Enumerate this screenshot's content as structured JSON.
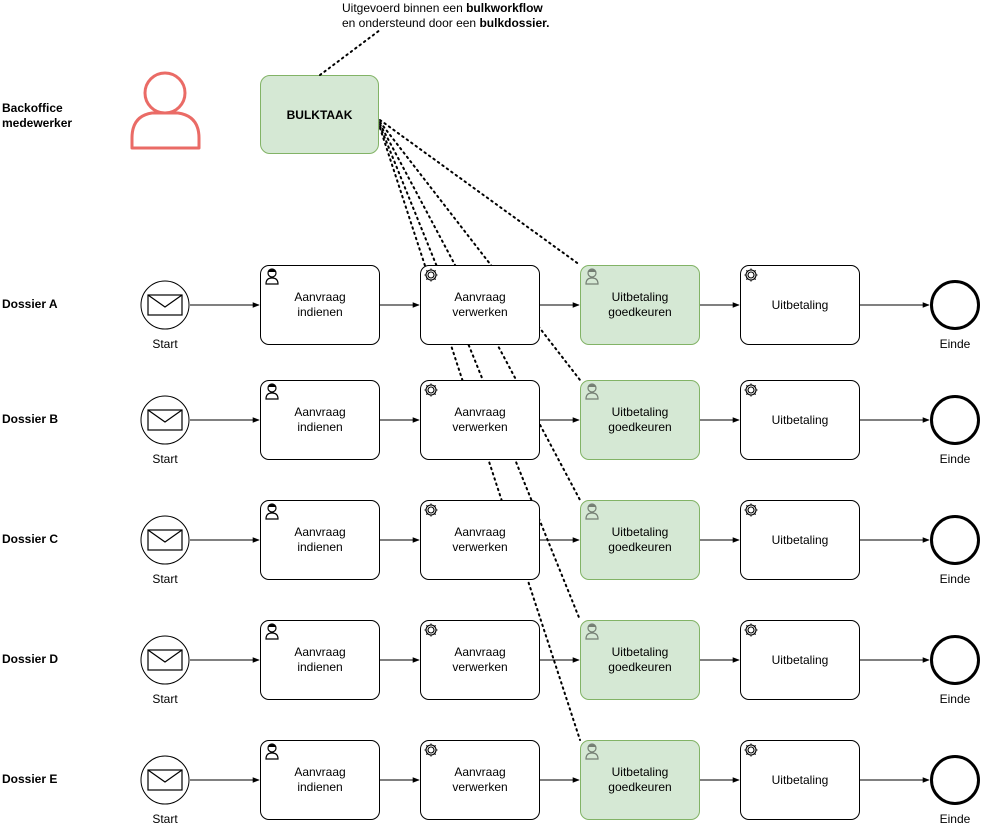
{
  "note": {
    "line1_pre": "Uitgevoerd binnen een ",
    "line1_bold": "bulkworkflow",
    "line2_pre": "en ondersteund door een ",
    "line2_bold": "bulkdossier."
  },
  "role": {
    "label_line1": "Backoffice",
    "label_line2": "medewerker",
    "icon": "person-icon",
    "icon_color": "#ea6b66"
  },
  "bulk_task": {
    "label": "BULKTAAK",
    "fill": "#d5e8d4",
    "stroke": "#82b366"
  },
  "rows": [
    {
      "label": "Dossier A",
      "start_label": "Start",
      "end_label": "Einde",
      "task1": "Aanvraag indienen",
      "task2": "Aanvraag verwerken",
      "task3": "Uitbetaling goedkeuren",
      "task4": "Uitbetaling"
    },
    {
      "label": "Dossier B",
      "start_label": "Start",
      "end_label": "Einde",
      "task1": "Aanvraag indienen",
      "task2": "Aanvraag verwerken",
      "task3": "Uitbetaling goedkeuren",
      "task4": "Uitbetaling"
    },
    {
      "label": "Dossier C",
      "start_label": "Start",
      "end_label": "Einde",
      "task1": "Aanvraag indienen",
      "task2": "Aanvraag verwerken",
      "task3": "Uitbetaling goedkeuren",
      "task4": "Uitbetaling"
    },
    {
      "label": "Dossier D",
      "start_label": "Start",
      "end_label": "Einde",
      "task1": "Aanvraag indienen",
      "task2": "Aanvraag verwerken",
      "task3": "Uitbetaling goedkeuren",
      "task4": "Uitbetaling"
    },
    {
      "label": "Dossier E",
      "start_label": "Start",
      "end_label": "Einde",
      "task1": "Aanvraag indienen",
      "task2": "Aanvraag verwerken",
      "task3": "Uitbetaling goedkeuren",
      "task4": "Uitbetaling"
    }
  ],
  "icons": {
    "start_event": "envelope-icon",
    "user_task": "user-task-icon",
    "service_task": "gear-icon",
    "end_event": "end-circle-icon"
  },
  "colors": {
    "approval_fill": "#d5e8d4",
    "approval_stroke": "#82b366"
  }
}
